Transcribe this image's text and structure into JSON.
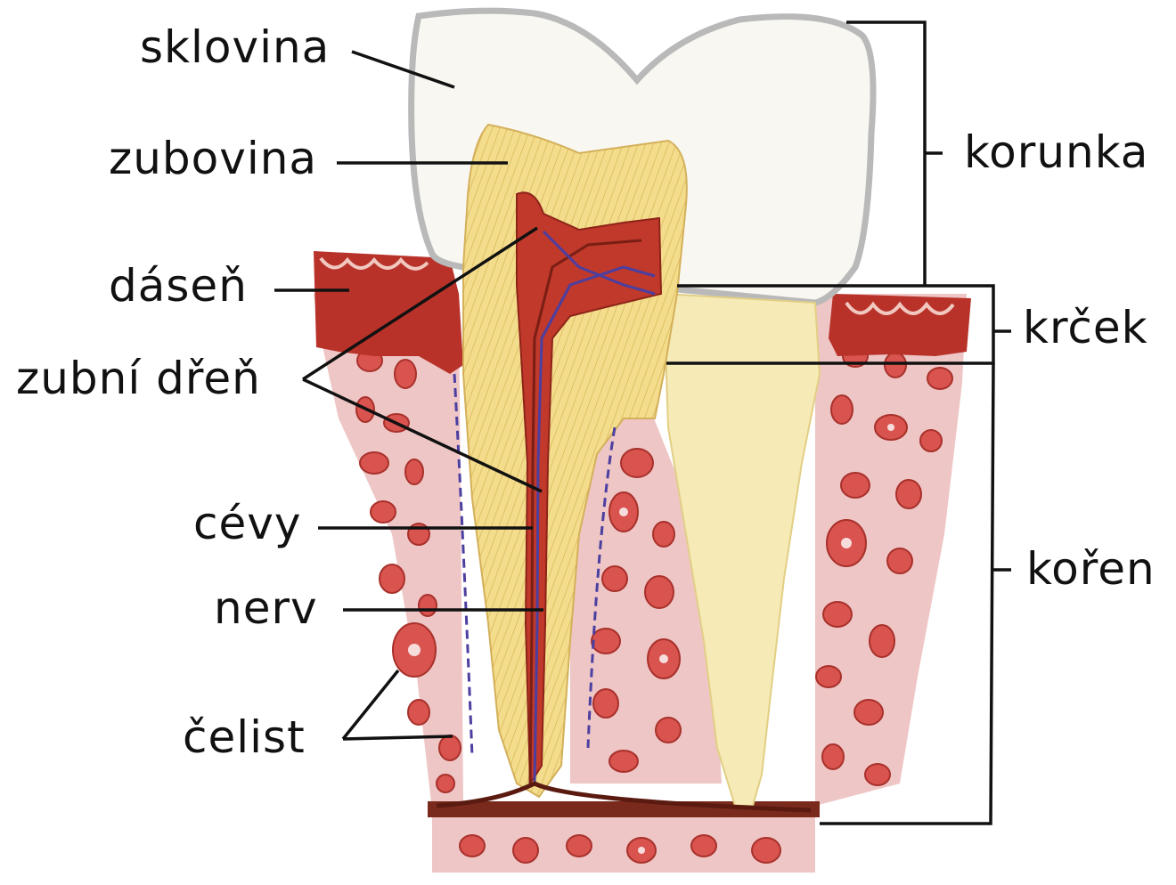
{
  "labels": {
    "sklovina": "sklovina",
    "zubovina": "zubovina",
    "dasen": "dáseň",
    "zubni_dren": "zubní dřeň",
    "cevy": "cévy",
    "nerv": "nerv",
    "celist": "čelist",
    "korunka": "korunka",
    "krcek": "krček",
    "koren": "kořen"
  },
  "colors": {
    "enamel": "#f8f7f1",
    "enamel_outline": "#b9b9b9",
    "dentin": "#f3dd8c",
    "pulp": "#c0392b",
    "gum": "#b8322a",
    "bone_bg": "#efc4c4",
    "bone_cell": "#d9534f",
    "nerve": "#4b3fa0",
    "root_right": "#f6eab6"
  }
}
